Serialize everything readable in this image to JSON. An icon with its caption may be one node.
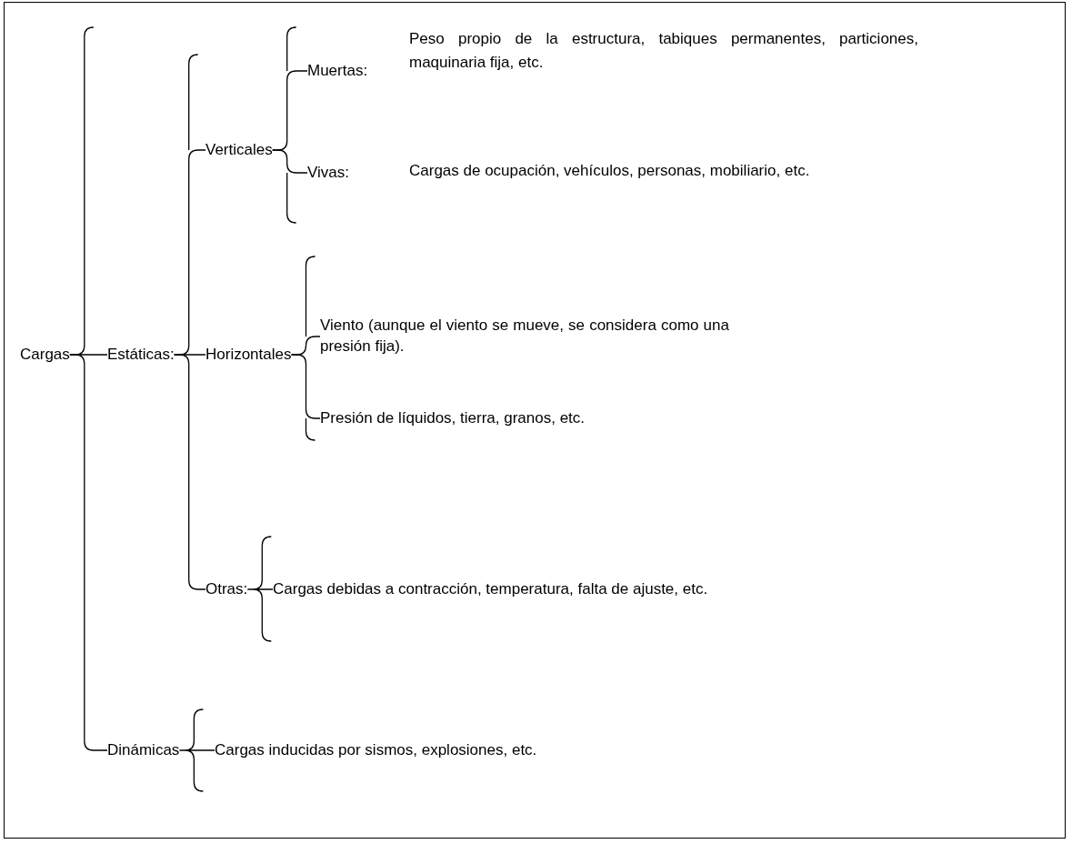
{
  "diagram": {
    "nodes": [
      {
        "text": [
          "Cargas"
        ]
      },
      {
        "text": [
          "Estáticas:"
        ]
      },
      {
        "text": [
          "Verticales"
        ]
      },
      {
        "text": [
          "Muertas:"
        ],
        "beside": [
          "Peso propio de la estructura, tabiques permanentes, particiones, maquinaria fija, etc."
        ]
      },
      {
        "text": [
          "Vivas:"
        ],
        "beside": [
          "Cargas de ocupación, vehículos, personas, mobiliario, etc."
        ]
      },
      {
        "text": [
          "Horizontales"
        ]
      },
      {
        "text": [
          "Viento (aunque el viento se mueve, se considera como una presión fija)."
        ]
      },
      {
        "text": [
          "Presión de líquidos, tierra, granos, etc."
        ]
      },
      {
        "text": [
          "Otras:"
        ]
      },
      {
        "text": [
          "Cargas debidas a contracción, temperatura, falta de ajuste, etc."
        ]
      },
      {
        "text": [
          "Dinámicas"
        ]
      },
      {
        "text": [
          "Cargas inducidas por sismos, explosiones, etc."
        ]
      }
    ],
    "edges": [
      {
        "from": 0,
        "to": 1,
        "arrow": "none"
      },
      {
        "from": 0,
        "to": 10,
        "arrow": "none"
      },
      {
        "from": 1,
        "to": 2,
        "arrow": "none"
      },
      {
        "from": 1,
        "to": 5,
        "arrow": "none"
      },
      {
        "from": 1,
        "to": 8,
        "arrow": "none"
      },
      {
        "from": 2,
        "to": 3,
        "arrow": "none"
      },
      {
        "from": 2,
        "to": 4,
        "arrow": "none"
      },
      {
        "from": 5,
        "to": 6,
        "arrow": "none"
      },
      {
        "from": 5,
        "to": 7,
        "arrow": "none"
      },
      {
        "from": 8,
        "to": 9,
        "arrow": "none"
      },
      {
        "from": 10,
        "to": 11,
        "arrow": "none"
      }
    ]
  }
}
